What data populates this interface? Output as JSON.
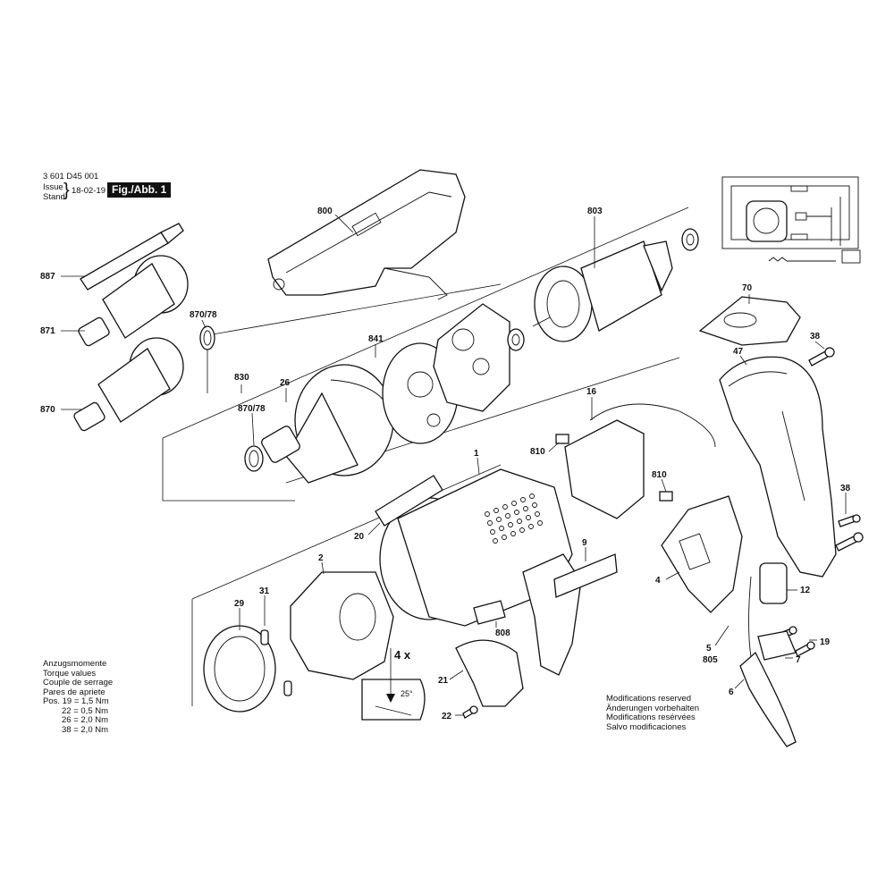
{
  "header": {
    "drawing_number": "3 601 D45 001",
    "issue_label_line1": "Issue",
    "issue_label_line2": "Stand",
    "issue_date": "18-02-19",
    "figure_badge": "Fig./Abb. 1"
  },
  "callouts": [
    "800",
    "803",
    "887",
    "871",
    "870/78",
    "870",
    "841",
    "830",
    "26",
    "870/78",
    "70",
    "38",
    "47",
    "16",
    "810",
    "810",
    "1",
    "20",
    "9",
    "2",
    "29",
    "31",
    "4",
    "38",
    "12",
    "808",
    "21",
    "22",
    "5",
    "805",
    "19",
    "7",
    "6"
  ],
  "angle_annotation": {
    "count": "4 x",
    "angle": "25°"
  },
  "torque_notes": {
    "lines": [
      "Anzugsmomente",
      "Torque values",
      "Couple de serrage",
      "Pares de apriete",
      "Pos. 19 = 1,5 Nm",
      "22 = 0,5 Nm",
      "26 = 2,0 Nm",
      "38 = 2,0 Nm"
    ]
  },
  "modification_notes": {
    "lines": [
      "Modifications reserved",
      "Änderungen vorbehalten",
      "Modifications resérvées",
      "Salvo modificaciones"
    ]
  }
}
